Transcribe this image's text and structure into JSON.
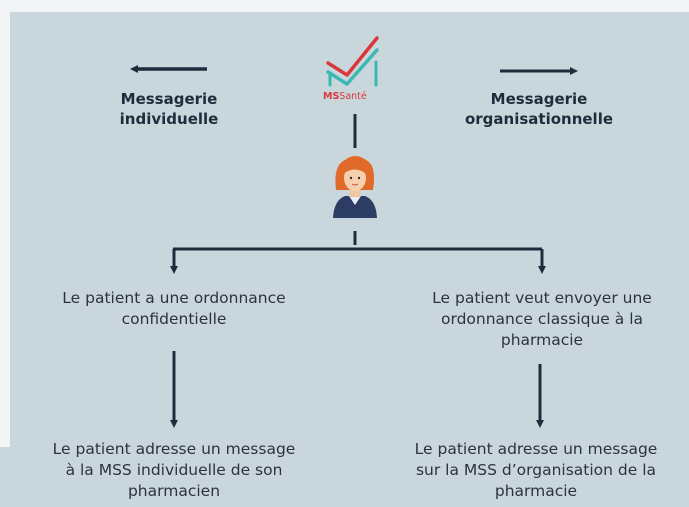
{
  "logo": {
    "ms": "MS",
    "sante": "Santé"
  },
  "left_heading": {
    "line1": "Messagerie",
    "line2": "individuelle"
  },
  "right_heading": {
    "line1": "Messagerie",
    "line2": "organisationnelle"
  },
  "left_branch": {
    "condition_lines": [
      "Le patient a une ordonnance",
      "confidentielle"
    ],
    "action_lines": [
      "Le patient adresse un message",
      "à la MSS individuelle de son",
      "pharmacien"
    ]
  },
  "right_branch": {
    "condition_lines": [
      "Le patient veut envoyer une",
      "ordonnance classique à la",
      "pharmacie"
    ],
    "action_lines": [
      "Le patient adresse un message",
      "sur la MSS d’organisation de la",
      "pharmacie"
    ]
  },
  "colors": {
    "panel": "#c9d7dd",
    "arrow": "#1e2d3b",
    "logo_red": "#d9383a",
    "logo_teal": "#3bb8b0",
    "hair": "#e06a2a"
  }
}
